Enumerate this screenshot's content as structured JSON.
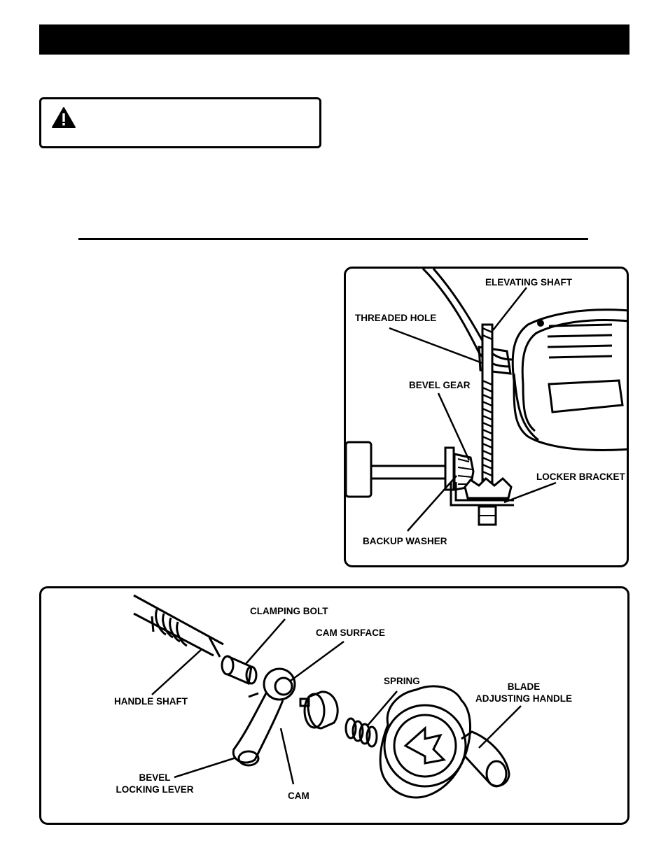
{
  "figure_top": {
    "labels": {
      "elevating_shaft": "ELEVATING SHAFT",
      "threaded_hole": "THREADED HOLE",
      "bevel_gear": "BEVEL GEAR",
      "locker_bracket": "LOCKER BRACKET",
      "backup_washer": "BACKUP WASHER"
    }
  },
  "figure_bottom": {
    "labels": {
      "clamping_bolt": "CLAMPING BOLT",
      "cam_surface": "CAM SURFACE",
      "spring": "SPRING",
      "blade_adjusting_handle_line1": "BLADE",
      "blade_adjusting_handle_line2": "ADJUSTING HANDLE",
      "handle_shaft": "HANDLE SHAFT",
      "bevel_locking_lever_line1": "BEVEL",
      "bevel_locking_lever_line2": "LOCKING LEVER",
      "cam": "CAM"
    }
  }
}
